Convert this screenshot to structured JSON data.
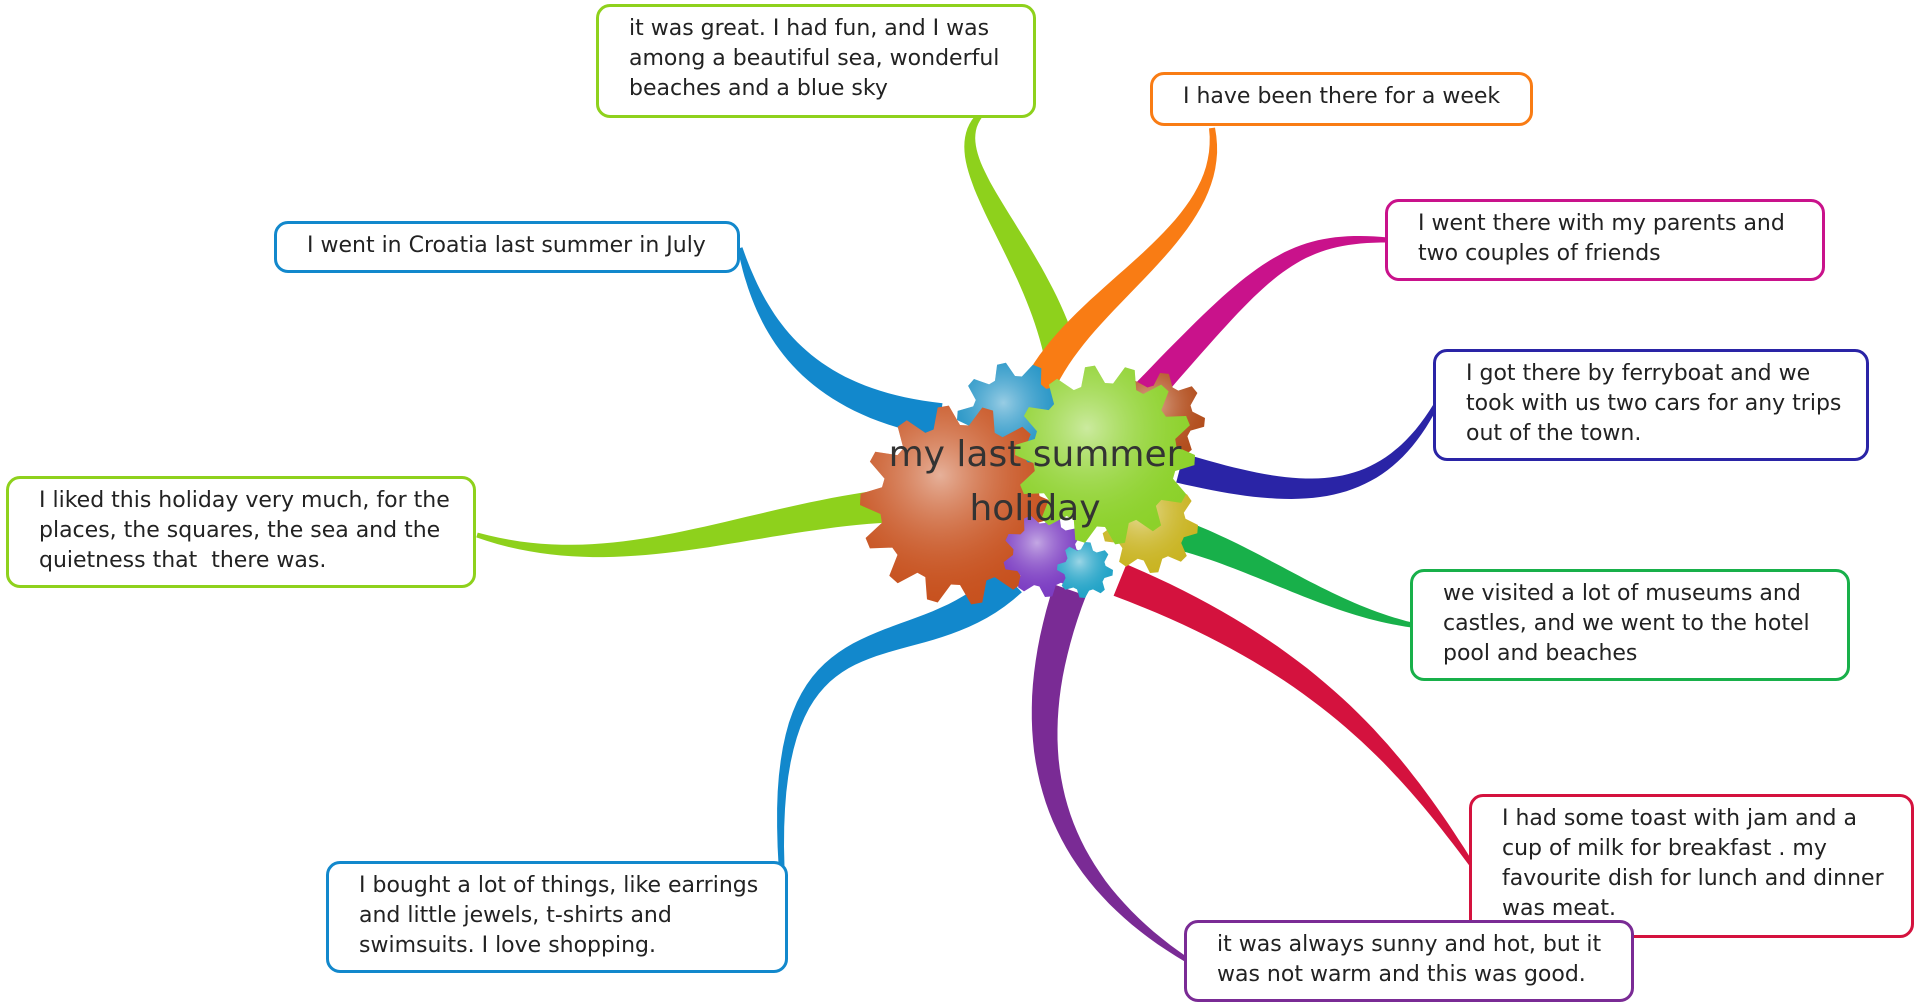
{
  "center": {
    "title": "my last summer\nholiday"
  },
  "nodes": [
    {
      "text": "it was great. I had fun, and I was\namong a beautiful sea, wonderful\nbeaches and a blue sky",
      "color": "#8ed11c"
    },
    {
      "text": "I have been there for a week",
      "color": "#f97c14"
    },
    {
      "text": "I went there with my parents and\ntwo couples of friends",
      "color": "#c9128b"
    },
    {
      "text": "I got there by ferryboat and we\ntook with us two cars for any trips\nout of the town.",
      "color": "#2a24a6"
    },
    {
      "text": "we visited a lot of museums and\ncastles, and we went to the hotel\npool and beaches",
      "color": "#18b04a"
    },
    {
      "text": "I had some toast with jam and a\ncup of milk for breakfast . my\nfavourite dish for lunch and dinner\nwas meat.",
      "color": "#d4123e"
    },
    {
      "text": "it was always sunny and hot, but it\nwas not warm and this was good.",
      "color": "#7a2b95"
    },
    {
      "text": "I bought a lot of things, like earrings\nand little jewels, t-shirts and\nswimsuits. I love shopping.",
      "color": "#1288cc"
    },
    {
      "text": "I liked this holiday very much, for the\nplaces, the squares, the sea and the\nquietness that  there was.",
      "color": "#8ed11c"
    },
    {
      "text": "I went in Croatia last summer in July",
      "color": "#1288cc"
    }
  ],
  "gear_colors": [
    "#1a8fc3",
    "#c7511e",
    "#b24d1c",
    "#8cd12a",
    "#c9b422",
    "#7b3cc2",
    "#22a3c7"
  ]
}
